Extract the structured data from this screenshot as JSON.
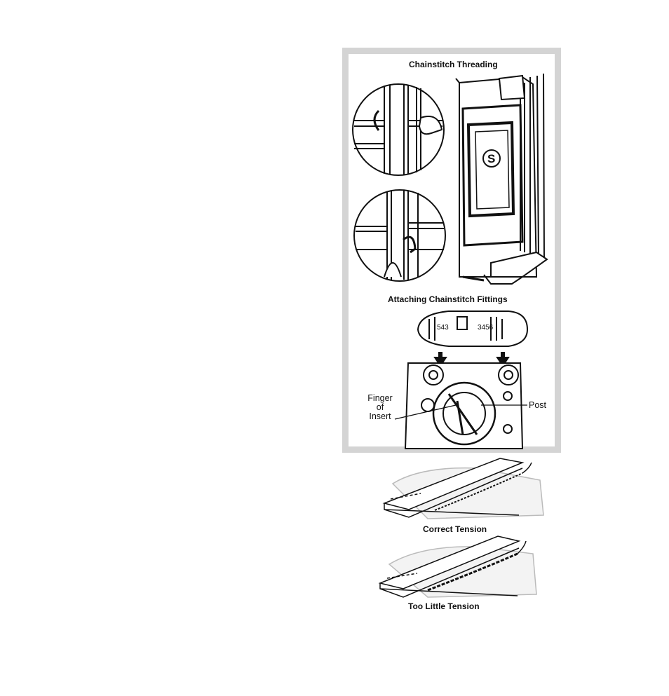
{
  "figure_panel": {
    "title_threading": "Chainstitch Threading",
    "title_fittings": "Attaching Chainstitch Fittings",
    "label_finger_line1": "Finger",
    "label_finger_line2": "of",
    "label_finger_line3": "Insert",
    "label_post": "Post",
    "plate_numbers_left": "543",
    "plate_numbers_right": "3456",
    "logo_letter": "S"
  },
  "tension_figures": {
    "caption_correct": "Correct Tension",
    "caption_little": "Too Little Tension"
  },
  "colors": {
    "panel_frame": "#d4d4d4",
    "ink": "#111111"
  }
}
